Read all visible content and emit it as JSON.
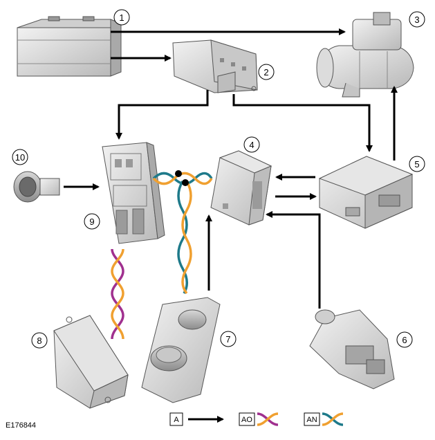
{
  "callouts": [
    "1",
    "2",
    "3",
    "4",
    "5",
    "6",
    "7",
    "8",
    "9",
    "10"
  ],
  "figure_id": "E176844",
  "legend": {
    "a_label": "A",
    "ao_label": "AO",
    "an_label": "AN"
  },
  "colors": {
    "ao_orange": "#f0a030",
    "ao_purple": "#a0308f",
    "an_teal": "#1e7a8a",
    "arrow": "#000000"
  }
}
